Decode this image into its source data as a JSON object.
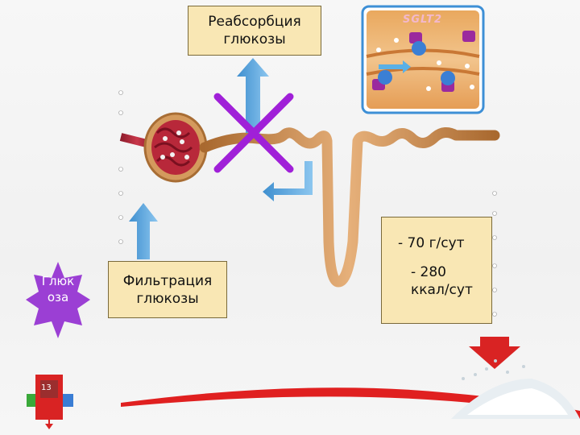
{
  "labels": {
    "reabsorption_line1": "Реабсорбция",
    "reabsorption_line2": "глюкозы",
    "filtration_line1": "Фильтрация",
    "filtration_line2": "глюкозы",
    "glucose_line1": "Глюк",
    "glucose_line2": "оза",
    "stat_line1": "-  70 г/сут",
    "stat_line2": "-   280",
    "stat_line3": "ккал/сут",
    "transporter": "SGLT2",
    "slide_number": "13"
  },
  "icons": {
    "block_mark": "cross-icon",
    "glucose_shape": "star-diamond-icon"
  },
  "colors": {
    "label_fill": "#f9e7b4",
    "arrow_blue": "#5aa7dc",
    "cross_purple": "#a020d8",
    "glucose_purple": "#9b3fd4",
    "vessel_red": "#b3283a",
    "tubule_orange": "#c98d4e"
  }
}
